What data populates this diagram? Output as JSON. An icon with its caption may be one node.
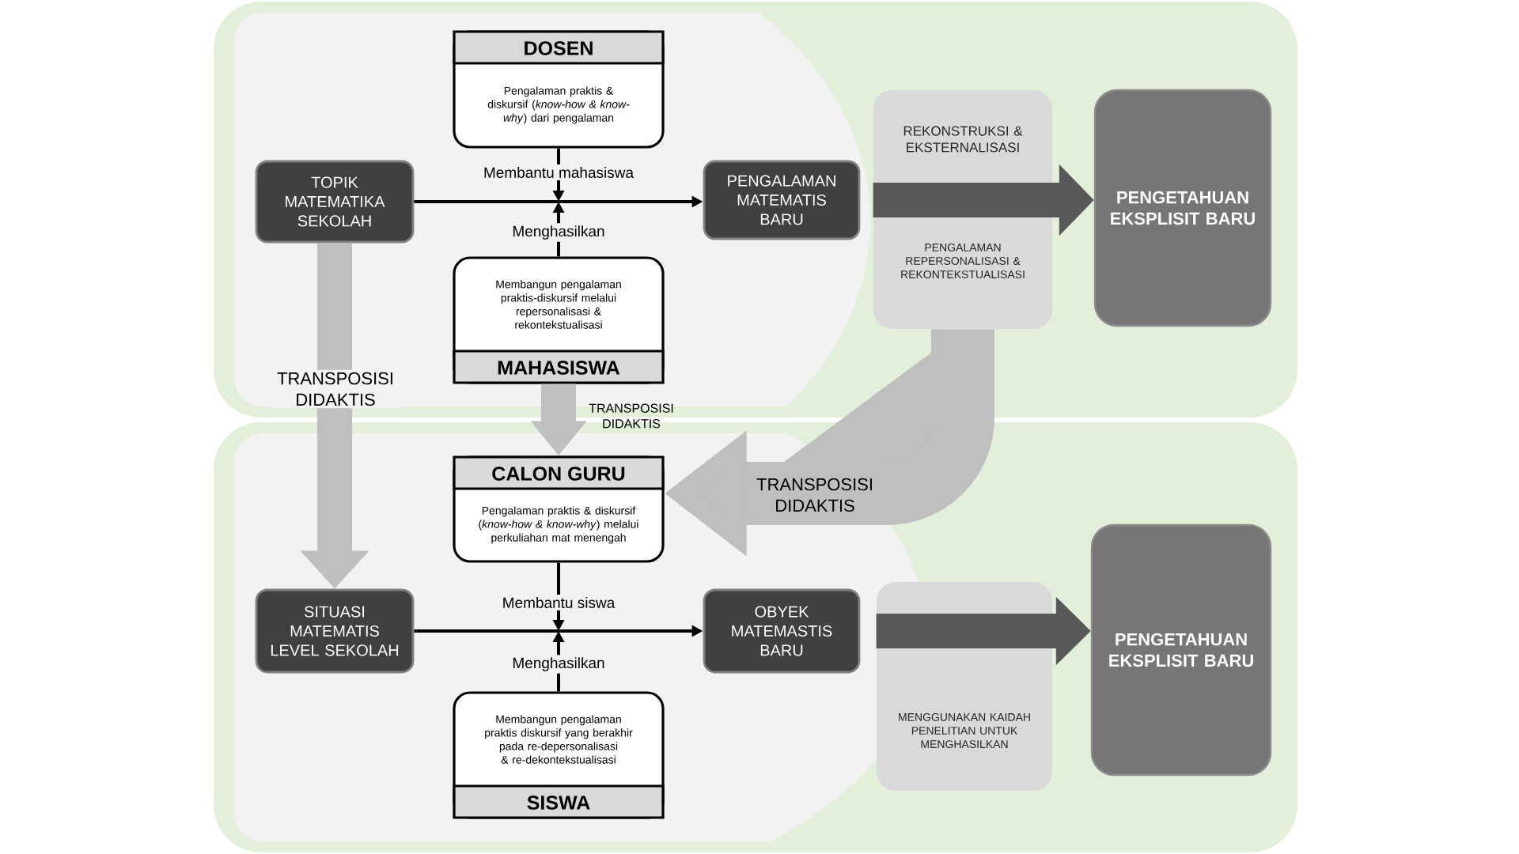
{
  "diagram": {
    "nodes": [
      {
        "text": [
          "DOSEN",
          "Pengalaman praktis & diskursif (*know-how & know-why*) dari pengalaman"
        ]
      },
      {
        "text": [
          "TOPIK MATEMATIKA SEKOLAH"
        ]
      },
      {
        "text": [
          "PENGALAMAN MATEMATIS BARU"
        ]
      },
      {
        "text": [
          "REKONSTRUKSI & EKSTERNALISASI",
          "PENGALAMAN REPERSONALISASI & REKONTEKSTUALISASI"
        ]
      },
      {
        "text": [
          "PENGETAHUAN EKSPLISIT BARU"
        ]
      },
      {
        "text": [
          "Membangun pengalaman praktis-diskursif melalui repersonalisasi & rekontekstualisasi",
          "MAHASISWA"
        ]
      },
      {
        "text": [
          "CALON GURU",
          "Pengalaman praktis & diskursif (*know-how & know-why*) melalui perkuliahan mat menengah"
        ]
      },
      {
        "text": [
          "SITUASI MATEMATIS LEVEL SEKOLAH"
        ]
      },
      {
        "text": [
          "OBYEK MATEMASTIS BARU"
        ]
      },
      {
        "text": [
          "MENGGUNAKAN KAIDAH PENELITIAN UNTUK MENGHASILKAN"
        ]
      },
      {
        "text": [
          "PENGETAHUAN EKSPLISIT BARU"
        ]
      },
      {
        "text": [
          "Membangun pengalaman praktis diskursif yang berakhir pada re-depersonalisasi & re-dekontekstualisasi",
          "SISWA"
        ]
      }
    ],
    "edges": [
      {
        "from": 1,
        "to": 2,
        "arrow": "to"
      },
      {
        "from": 0,
        "to": null,
        "arrow": "to",
        "label": "Membantu mahasiswa"
      },
      {
        "from": 5,
        "to": null,
        "arrow": "to",
        "label": "Menghasilkan"
      },
      {
        "from": 3,
        "to": 4,
        "arrow": "to",
        "style": "thick",
        "color": "#595959"
      },
      {
        "from": 1,
        "to": 7,
        "arrow": "to",
        "label": "TRANSPOSISI DIDAKTIS",
        "style": "thick",
        "color": "#bfbfbf"
      },
      {
        "from": 5,
        "to": 6,
        "arrow": "to",
        "label": "TRANSPOSISI DIDAKTIS",
        "style": "thick",
        "color": "#bfbfbf"
      },
      {
        "from": 3,
        "to": 6,
        "arrow": "to",
        "label": "TRANSPOSISI DIDAKTIS",
        "style": "thick",
        "color": "#bfbfbf"
      },
      {
        "from": 7,
        "to": 8,
        "arrow": "to"
      },
      {
        "from": 6,
        "to": null,
        "arrow": "to",
        "label": "Membantu siswa"
      },
      {
        "from": 11,
        "to": null,
        "arrow": "to",
        "label": "Menghasilkan"
      },
      {
        "from": 9,
        "to": 10,
        "arrow": "to",
        "style": "thick",
        "color": "#595959"
      }
    ]
  }
}
